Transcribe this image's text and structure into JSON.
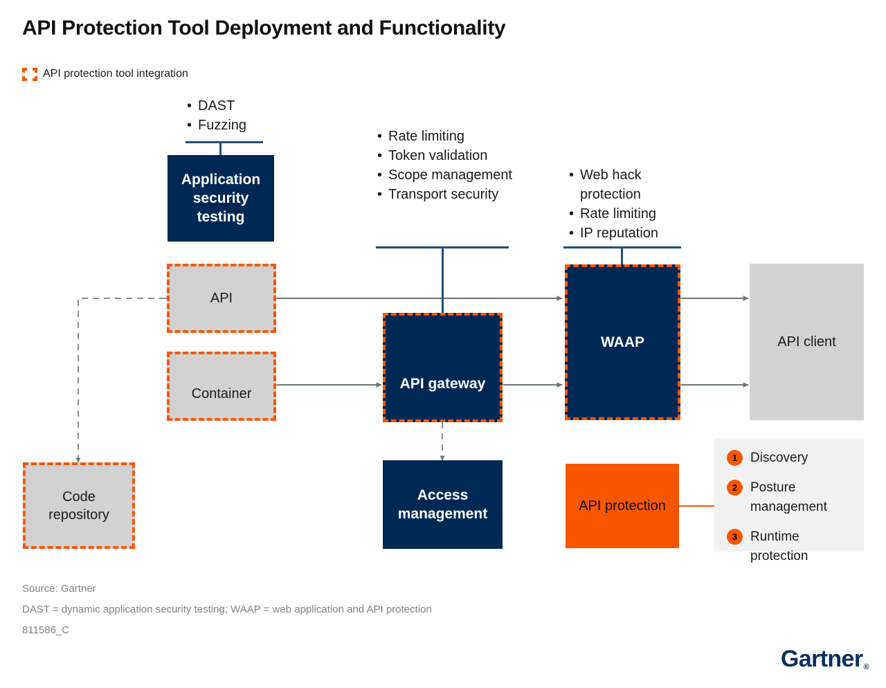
{
  "title": "API Protection Tool Deployment and Functionality",
  "key": {
    "icon": "dashed-square-icon",
    "label": "API protection tool integration",
    "color": "#F95602"
  },
  "colors": {
    "navy": "#002855",
    "orange": "#F95602",
    "gray_box": "#d2d2d2",
    "panel_bg": "#f2f2f2",
    "arrow": "#6b7573",
    "callout_rule": "#1F4E79"
  },
  "callouts": [
    {
      "id": "ast-callout",
      "items": [
        "DAST",
        "Fuzzing"
      ],
      "target": "Application security testing"
    },
    {
      "id": "gateway-callout",
      "items": [
        "Rate limiting",
        "Token validation",
        "Scope management",
        "Transport security"
      ],
      "target": "API gateway"
    },
    {
      "id": "waap-callout",
      "items": [
        "Web hack protection",
        "Rate limiting",
        "IP reputation"
      ],
      "target": "WAAP"
    }
  ],
  "boxes": {
    "app_security_testing": {
      "label": "Application security testing",
      "style": "navy",
      "integrated": false
    },
    "api": {
      "label": "API",
      "style": "gray",
      "integrated": true
    },
    "container": {
      "label": "Container",
      "style": "gray",
      "integrated": true
    },
    "code_repository": {
      "label": "Code repository",
      "style": "gray",
      "integrated": true
    },
    "api_gateway": {
      "label": "API gateway",
      "style": "navy",
      "integrated": true
    },
    "access_management": {
      "label": "Access management",
      "style": "navy",
      "integrated": false
    },
    "waap": {
      "label": "WAAP",
      "style": "navy",
      "integrated": true
    },
    "api_client": {
      "label": "API client",
      "style": "gray",
      "integrated": false
    },
    "api_protection": {
      "label": "API protection",
      "style": "orange",
      "integrated": false
    }
  },
  "legend_panel": {
    "items": [
      {
        "number": "1",
        "label": "Discovery"
      },
      {
        "number": "2",
        "label": "Posture management"
      },
      {
        "number": "3",
        "label": "Runtime protection"
      }
    ]
  },
  "footer": {
    "source": "Source: Gartner",
    "abbreviations": "DAST = dynamic application security testing; WAAP = web application and API protection",
    "code": "811586_C"
  },
  "brand": {
    "name": "Gartner",
    "mark": "®"
  }
}
